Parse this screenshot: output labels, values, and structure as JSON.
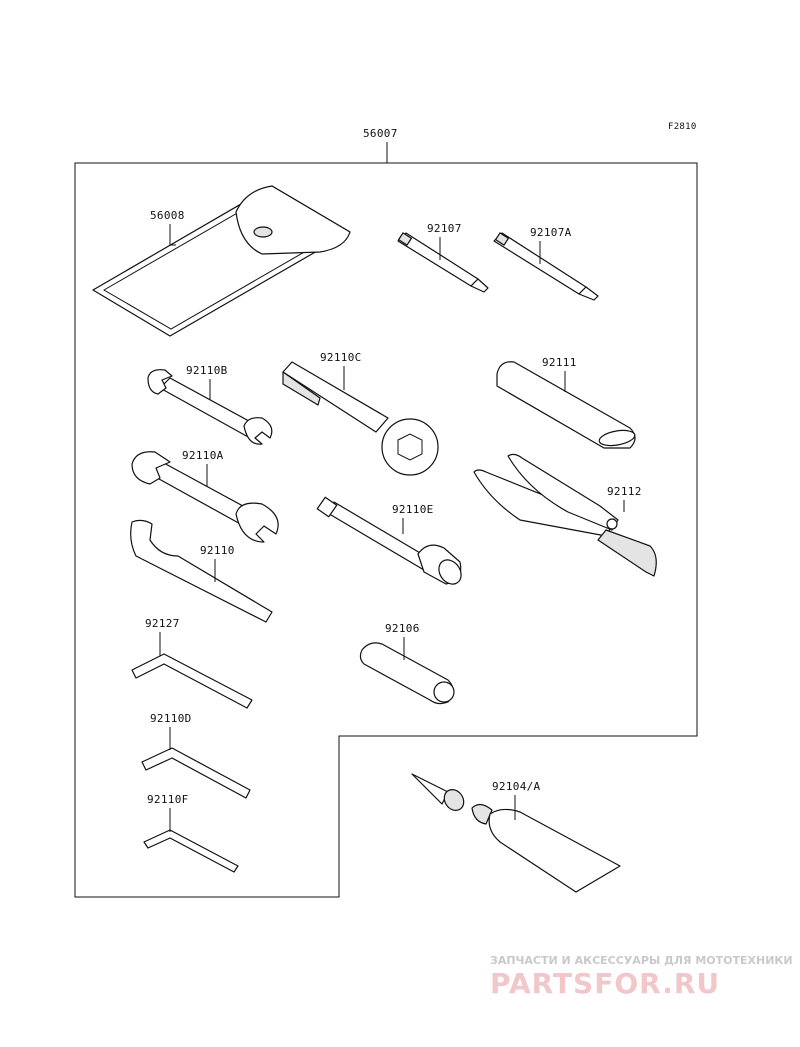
{
  "figure_code": "F2810",
  "kit_label": "56007",
  "parts": {
    "p56008": "56008",
    "p92107": "92107",
    "p92107A": "92107A",
    "p92110B": "92110B",
    "p92110C": "92110C",
    "p92111": "92111",
    "p92110A": "92110A",
    "p92112": "92112",
    "p92110E": "92110E",
    "p92110": "92110",
    "p92127": "92127",
    "p92106": "92106",
    "p92110D": "92110D",
    "p92104A": "92104/A",
    "p92110F": "92110F"
  },
  "watermark": {
    "tagline": "ЗАПЧАСТИ И АКСЕССУАРЫ ДЛЯ МОТОТЕХНИКИ",
    "logo": "PARTSFOR.RU"
  },
  "colors": {
    "line": "#111111",
    "watermark_tagline": "#c9c9c9",
    "watermark_logo": "#f2c7ca"
  }
}
